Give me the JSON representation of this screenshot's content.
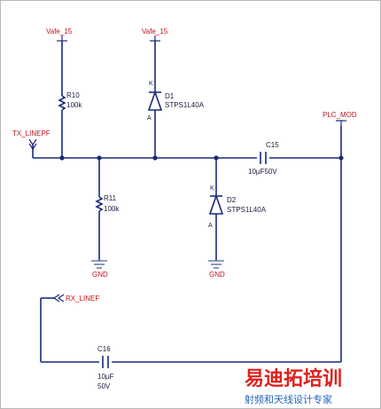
{
  "nets": {
    "vafe_left": "Vafe_15",
    "vafe_right": "Vafe_15",
    "tx_linepf": "TX_LINEPF",
    "plc_mod": "PLC_MOD",
    "rx_linef": "RX_LINEF",
    "gnd_left": "GND",
    "gnd_right": "GND"
  },
  "components": {
    "R10": {
      "ref": "R10",
      "value": "100k"
    },
    "R11": {
      "ref": "R11",
      "value": "100k"
    },
    "D1": {
      "ref": "D1",
      "part": "STPS1L40A",
      "pin_k": "K",
      "pin_a": "A"
    },
    "D2": {
      "ref": "D2",
      "part": "STPS1L40A",
      "pin_k": "K",
      "pin_a": "A"
    },
    "C15": {
      "ref": "C15",
      "value": "10µF50V"
    },
    "C16": {
      "ref": "C16",
      "value1": "10µF",
      "value2": "50V"
    }
  },
  "watermark": {
    "logo": "易迪拓培训",
    "tagline": "射频和天线设计专家"
  },
  "colors": {
    "wire": "#1a2a7a",
    "net_label": "#c0141c",
    "logo_red": "#e0201c",
    "logo_blue": "#2566b8"
  }
}
